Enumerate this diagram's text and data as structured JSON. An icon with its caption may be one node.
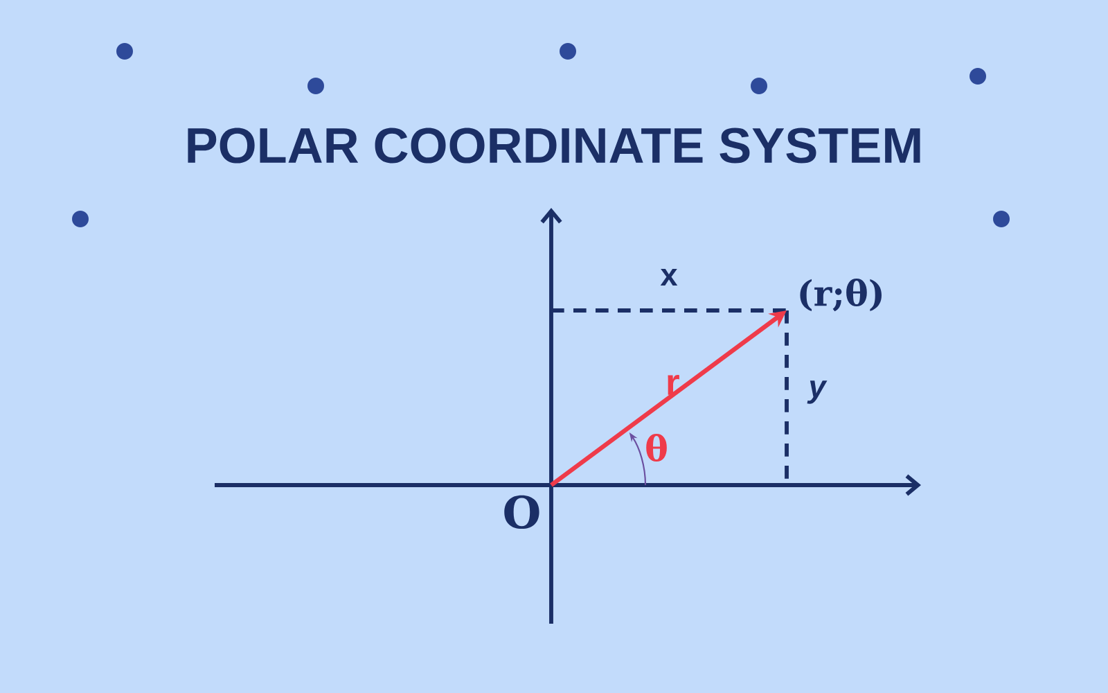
{
  "diagram": {
    "title": "POLAR COORDINATE SYSTEM",
    "nodes": [
      {
        "text": [
          "O"
        ]
      },
      {
        "text": [
          "(r;θ)"
        ]
      }
    ],
    "edges": [
      {
        "from": 0,
        "to": 1,
        "arrow": "to",
        "label": "r",
        "color": "#ef3b4a"
      }
    ],
    "labels": [
      "x",
      "y",
      "θ"
    ]
  }
}
